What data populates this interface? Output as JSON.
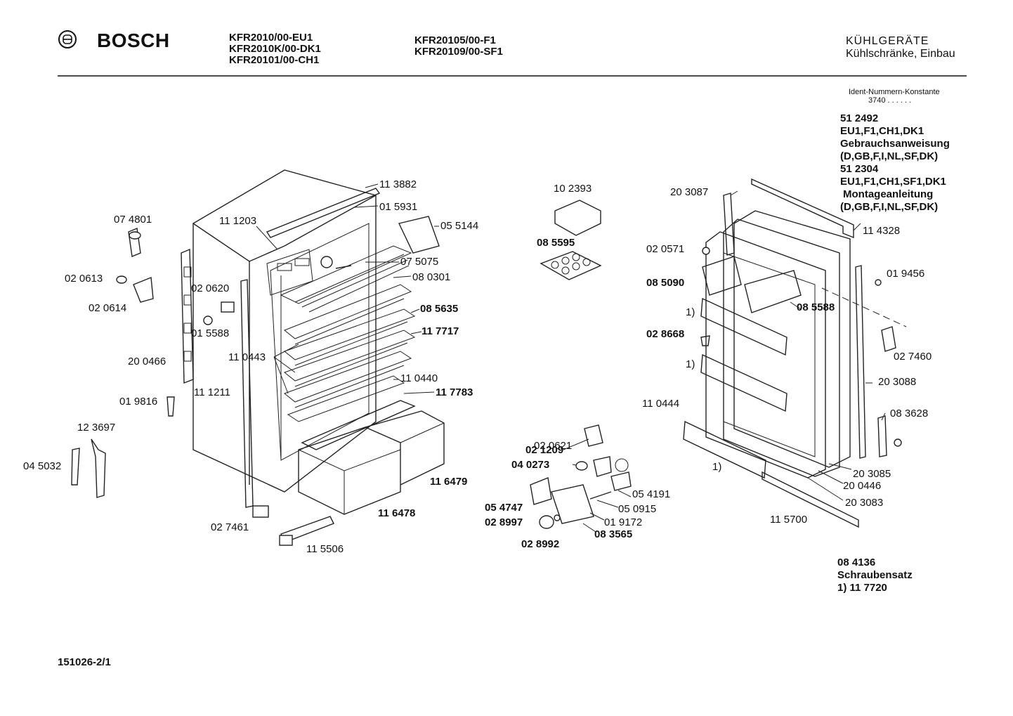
{
  "header": {
    "brand": "BOSCH",
    "models_col1": [
      "KFR2010/00-EU1",
      "KFR2010K/00-DK1",
      "KFR20101/00-CH1"
    ],
    "models_col2": [
      "KFR20105/00-F1",
      "KFR20109/00-SF1"
    ],
    "category": "KÜHLGERÄTE",
    "subcategory": "Kühlschränke, Einbau"
  },
  "ident": {
    "label": "Ident-Nummern-Konstante",
    "value": "3740 . . . . . ."
  },
  "docs": [
    {
      "line1": "51 2492",
      "line2": "EU1,F1,CH1,DK1",
      "line3": "Gebrauchsanweisung",
      "line4": "(D,GB,F,I,NL,SF,DK)"
    },
    {
      "line1": "51 2304",
      "line2": "EU1,F1,CH1,SF1,DK1",
      "line3": "Montageanleitung",
      "line4": "(D,GB,F,I,NL,SF,DK)"
    }
  ],
  "screw_set": {
    "number": "08 4136",
    "label": "Schraubensatz",
    "note": "1) 11 7720"
  },
  "footer": {
    "drawing_number": "151026-2/1"
  },
  "part_labels": {
    "p113882": "11 3882",
    "p015931": "01 5931",
    "p055144": "05 5144",
    "p111203": "11 1203",
    "p074801": "07 4801",
    "p075075": "07 5075",
    "p080301": "08 0301",
    "p085635": "08 5635",
    "p117717": "11 7717",
    "p020613": "02 0613",
    "p020614": "02 0614",
    "p020620": "02 0620",
    "p015588": "01 5588",
    "p200466": "20 0466",
    "p110443": "11 0443",
    "p110440": "11 0440",
    "p117783": "11 7783",
    "p111211": "11 1211",
    "p019816": "01 9816",
    "p123697": "12 3697",
    "p045032": "04 5032",
    "p116479": "11 6479",
    "p116478": "11 6478",
    "p027461": "02 7461",
    "p115506": "11 5506",
    "p102393": "10 2393",
    "p085595": "08 5595",
    "p020621": "02 0621",
    "p021209": "02 1209",
    "p040273": "04 0273",
    "p054191": "05 4191",
    "p054747": "05 4747",
    "p050915": "05 0915",
    "p028997": "02 8997",
    "p019172": "01 9172",
    "p083565": "08 3565",
    "p028992": "02 8992",
    "p203087": "20 3087",
    "p020571": "02 0571",
    "p085090": "08 5090",
    "p114328": "11 4328",
    "p019456": "01 9456",
    "p085588": "08 5588",
    "p028668": "02 8668",
    "p027460": "02 7460",
    "p203088": "20 3088",
    "p110444": "11 0444",
    "p083628": "08 3628",
    "p203085": "20 3085",
    "p200446": "20 0446",
    "p203083": "20 3083",
    "p115700": "11 5700",
    "fn1a": "1)",
    "fn1b": "1)",
    "fn1c": "1)"
  }
}
